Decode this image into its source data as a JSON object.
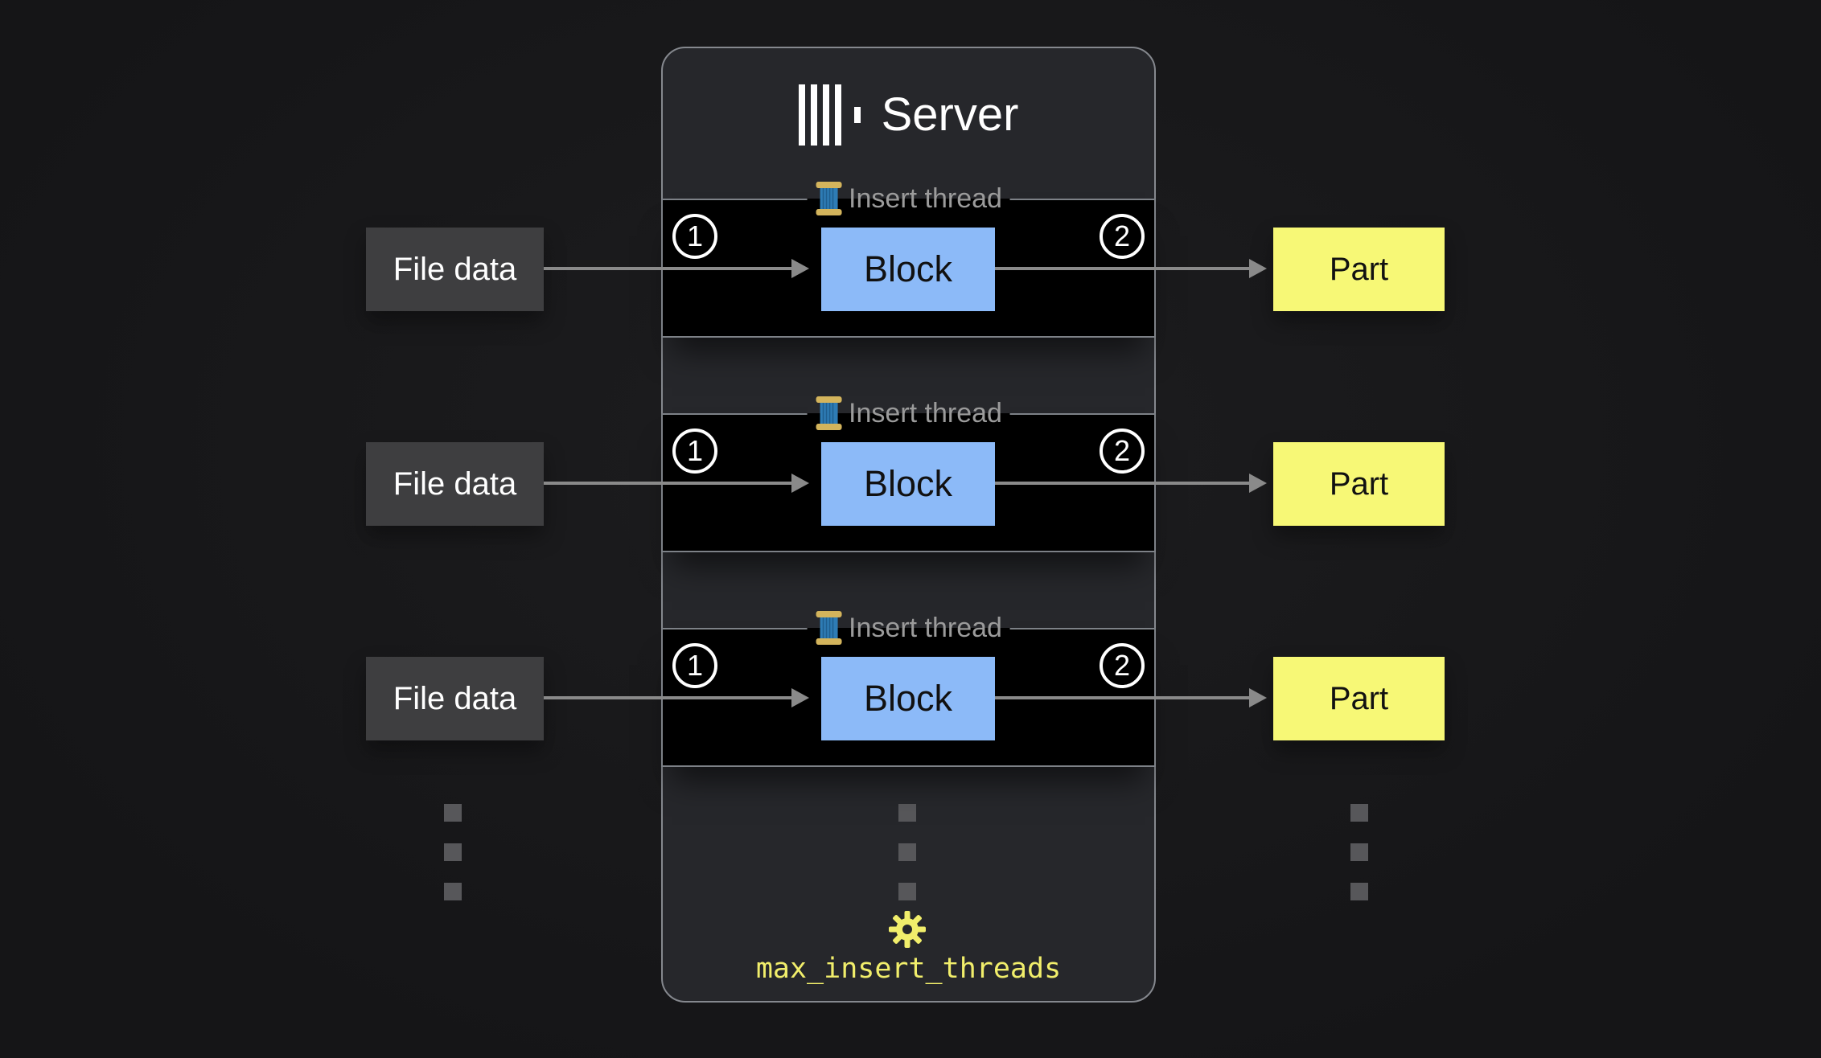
{
  "server": {
    "title": "Server",
    "logo_icon": "clickhouse-logo",
    "setting_icon": "gear-icon",
    "setting_label": "max_insert_threads"
  },
  "rows": [
    {
      "input": "File data",
      "legend": "Insert thread",
      "step_in": "1",
      "block": "Block",
      "step_out": "2",
      "output": "Part"
    },
    {
      "input": "File data",
      "legend": "Insert thread",
      "step_in": "1",
      "block": "Block",
      "step_out": "2",
      "output": "Part"
    },
    {
      "input": "File data",
      "legend": "Insert thread",
      "step_in": "1",
      "block": "Block",
      "step_out": "2",
      "output": "Part"
    }
  ],
  "ellipsis": {
    "columns": 3,
    "dots_per_column": 3
  },
  "colors": {
    "page_bg": "#151517",
    "panel_bg": "#26272b",
    "panel_border": "#85888e",
    "thread_box_bg": "#000000",
    "thread_box_border": "#7d8187",
    "legend_text": "#9b9b9b",
    "block_bg": "#8cbaf8",
    "block_text": "#111111",
    "file_bg": "#3e3e40",
    "file_text": "#ffffff",
    "part_bg": "#f7f876",
    "part_text": "#111111",
    "arrow": "#8a8a8a",
    "dot": "#57575a",
    "accent_yellow": "#f1ee6b",
    "title_text": "#ffffff",
    "step_badge": "#ffffff",
    "spool_blue": "#2e7cb5",
    "spool_blue_dark": "#1f5f8f",
    "spool_gold": "#d3b45c"
  }
}
